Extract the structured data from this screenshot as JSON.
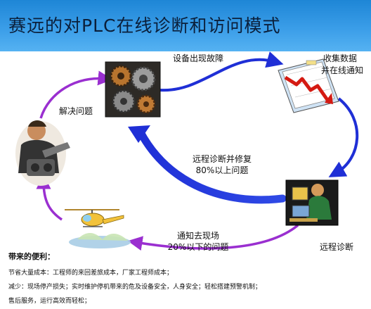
{
  "title": "赛远的对PLC在线诊断和访问模式",
  "labels": {
    "fault": "设备出现故障",
    "collect_line1": "收集数据",
    "collect_line2": "并在线通知",
    "remote_diag": "远程诊断",
    "repair_line1": "远程诊断并修复",
    "repair_line2": "80%以上问题",
    "notify_line1": "通知去现场",
    "notify_line2": "20%以下的问题",
    "solve": "解决问题"
  },
  "icons": {
    "machinery": "gear-machinery-icon",
    "chart": "declining-chart-icon",
    "computer": "person-at-computer-icon",
    "helicopter": "helicopter-icon",
    "engineer": "engineer-with-tools-icon"
  },
  "colors": {
    "header": "#2b93e0",
    "arrow_blue": "#1f2fd6",
    "arrow_purple": "#9a2fd0"
  },
  "benefits": {
    "title": "带来的便利：",
    "lines": [
      "节省大量成本：工程师的来回差旅成本，厂家工程师成本；",
      "减少：现场停产损失；实时维护停机带来的危及设备安全，人身安全；轻松搭建预警机制；",
      "售后服务，运行高效而轻松；"
    ]
  }
}
